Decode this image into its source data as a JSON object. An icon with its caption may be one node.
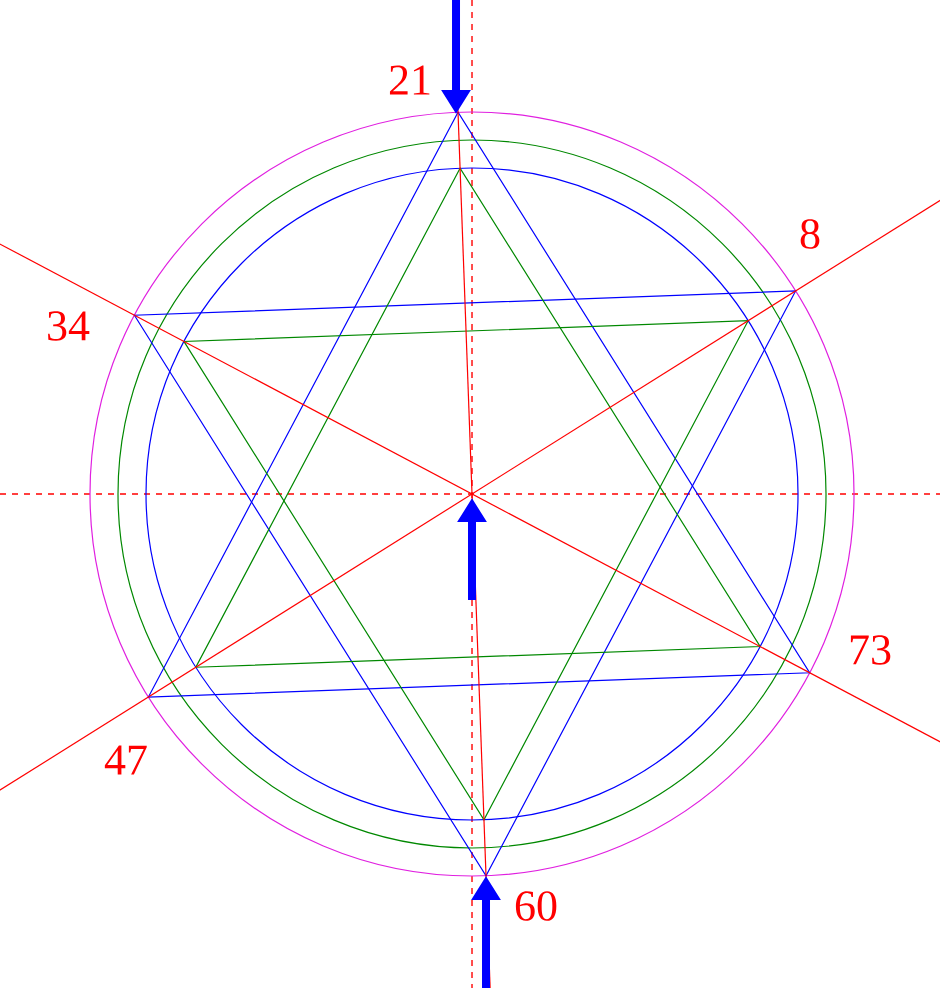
{
  "diagram": {
    "labels": [
      "21",
      "8",
      "34",
      "73",
      "47",
      "60"
    ]
  }
}
